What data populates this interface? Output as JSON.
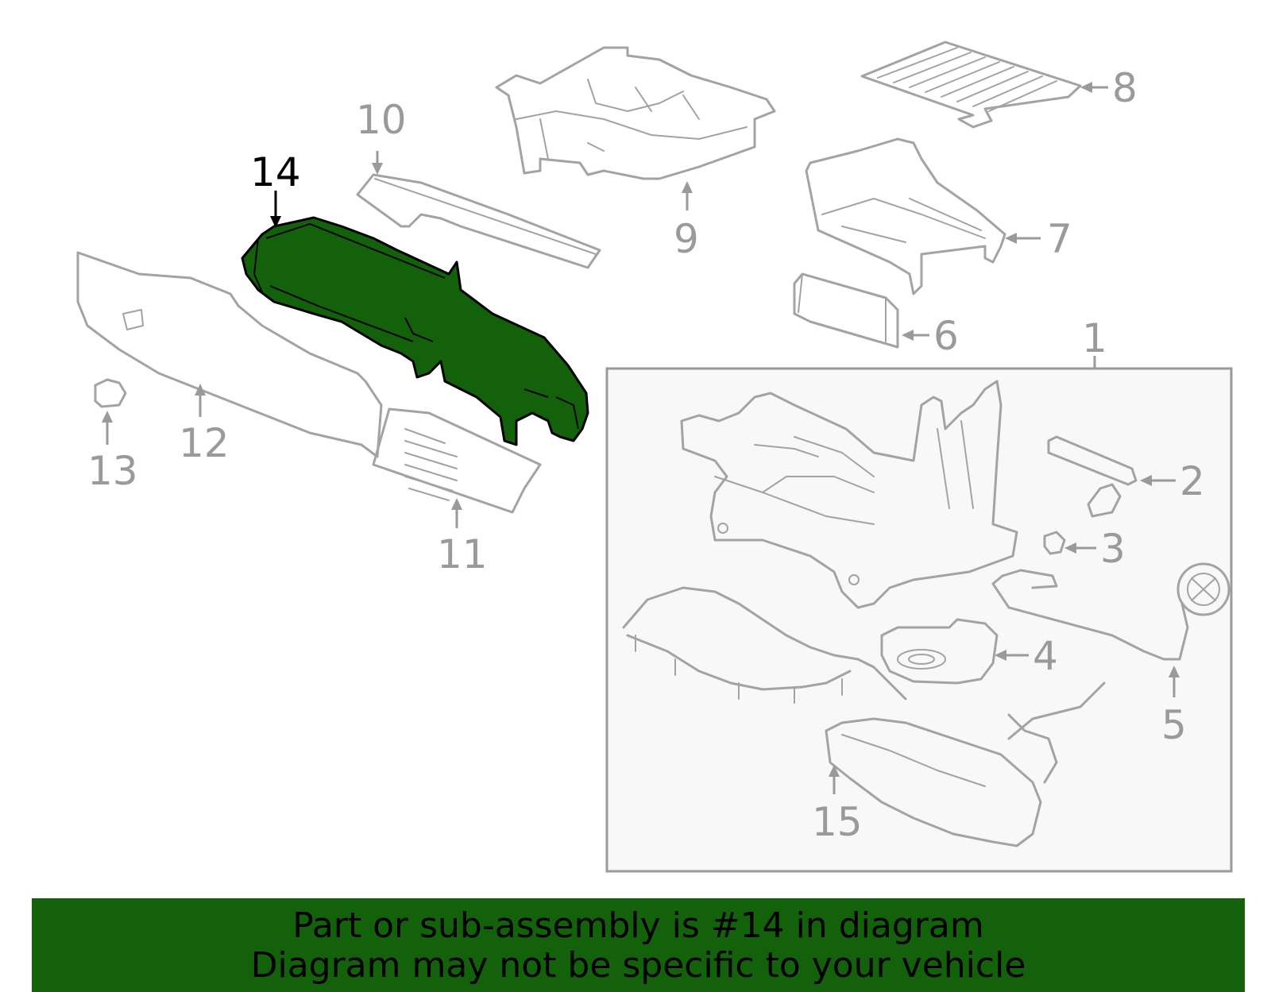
{
  "diagram": {
    "callouts": [
      {
        "id": "1",
        "label": "1"
      },
      {
        "id": "2",
        "label": "2"
      },
      {
        "id": "3",
        "label": "3"
      },
      {
        "id": "4",
        "label": "4"
      },
      {
        "id": "5",
        "label": "5"
      },
      {
        "id": "6",
        "label": "6"
      },
      {
        "id": "7",
        "label": "7"
      },
      {
        "id": "8",
        "label": "8"
      },
      {
        "id": "9",
        "label": "9"
      },
      {
        "id": "10",
        "label": "10"
      },
      {
        "id": "11",
        "label": "11"
      },
      {
        "id": "12",
        "label": "12"
      },
      {
        "id": "13",
        "label": "13"
      },
      {
        "id": "14",
        "label": "14",
        "highlighted": true
      },
      {
        "id": "15",
        "label": "15"
      }
    ],
    "highlight_color": "#13620b",
    "line_color": "#a3a3a3"
  },
  "banner": {
    "line1": "Part or sub-assembly is #14 in diagram",
    "line2": "Diagram may not be specific to your vehicle",
    "background": "#13620b"
  }
}
